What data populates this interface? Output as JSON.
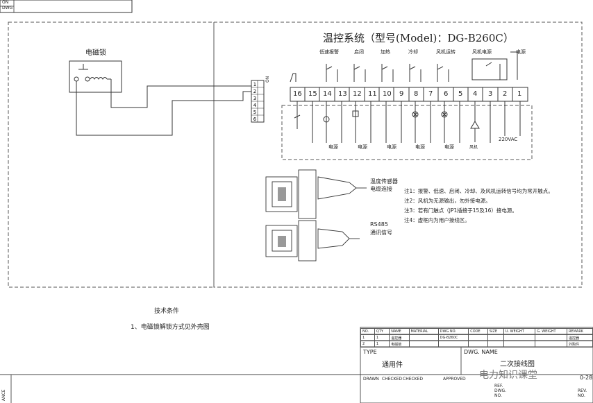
{
  "corner": {
    "line1": "ON",
    "line2": "DWG"
  },
  "title": "温控系统（型号(Model)：DG-B260C）",
  "lock": {
    "label": "电磁锁"
  },
  "switch": {
    "label": "ON",
    "pins": [
      "1",
      "2",
      "3",
      "4",
      "5",
      "6"
    ]
  },
  "relay_labels": [
    "低速报警",
    "启闭",
    "加热",
    "冷却",
    "风机运转",
    "风机电源",
    "电源"
  ],
  "terminals": [
    "16",
    "15",
    "14",
    "13",
    "12",
    "11",
    "10",
    "9",
    "8",
    "7",
    "6",
    "5",
    "4",
    "3",
    "2",
    "1"
  ],
  "loads": [
    "电源",
    "电源",
    "电源",
    "电源",
    "电源"
  ],
  "voltage": "220VAC",
  "fan_note": "风机",
  "connectors": {
    "sensor": {
      "line1": "温度传感器",
      "line2": "电缆连接"
    },
    "rs485": {
      "line1": "RS485",
      "line2": "通讯信号"
    }
  },
  "notes": [
    "注1：报警、低速、启闭、冷却、及风机运转信号均为常开触点。",
    "注2：风机为无源输出，勿外接电源。",
    "注3：若有门触点（JP1插接于15及16）接电源。",
    "注4：虚框内为用户接线区。"
  ],
  "tech": {
    "heading": "技术条件",
    "item1": "1、电磁锁解锁方式见外壳图"
  },
  "titleblock": {
    "header": [
      "NO.",
      "QTY",
      "NAME",
      "MATERIAL",
      "DWG NO.",
      "CODE",
      "SIZE",
      "U. WEIGHT",
      "G. WEIGHT",
      "REMARK"
    ],
    "rows": [
      [
        "1",
        "1",
        "温控器",
        "",
        "DG-B260C",
        "",
        "",
        "",
        "",
        "温控器"
      ],
      [
        "2",
        "1",
        "电磁锁",
        "",
        "",
        "",
        "",
        "",
        "",
        "外购件"
      ]
    ],
    "type_label": "TYPE",
    "type_value": "通用件",
    "dwg_name_label": "DWG. NAME",
    "dwg_name_value": "二次接线图",
    "drawn": "DRAWN",
    "checked1": "CHECKED",
    "checked2": "CHECKED",
    "approved": "APPROVED",
    "ref_dwg": "REF. DWG. NO.",
    "rev": "REV. NO.",
    "dwg_no_tail": "0-28"
  },
  "watermark": "电力知识课堂",
  "left_edge": "ANCE"
}
